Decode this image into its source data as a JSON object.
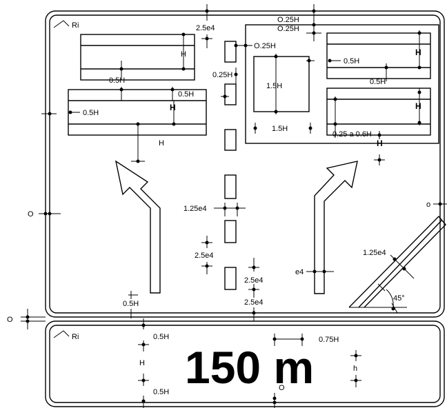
{
  "panel_top": {
    "corner_label": "Ri",
    "dim_25e4_top": "2.5e4",
    "dim_025h_a": "O.25H",
    "dim_025h_b": "O.25H",
    "dim_025h_c": "O.25H",
    "dim_025h_d": "0.25H",
    "left_box1_h": "H",
    "left_box1_05h": "0.5H",
    "left_box2_05h_top": "0.5H",
    "left_box2_05h_left": "0.5H",
    "left_box2_h_bold": "H",
    "left_box2_h_below": "H",
    "center_square_label": "1.5H",
    "center_bottom_15h": "1.5H",
    "right_box1_05h": "0.5H",
    "right_box1_h": "H",
    "right_box2_05h": "0.5H",
    "right_box2_h": "H",
    "right_025_06h": "0.25 a 0.6H",
    "right_h_below": "H",
    "dim_125e4_mid": "1.25e4",
    "dim_25e4_mid": "2.5e4",
    "dim_25e4_low1": "2.5e4",
    "dim_25e4_low2": "2.5e4",
    "dim_e4_right": "e4",
    "dim_05h_bottom_left": "0.5H",
    "left_o_marker": "O",
    "right_o_marker": "o",
    "diag_125e4": "1.25e4",
    "diag_angle": "45°"
  },
  "panel_bottom": {
    "corner_label": "Ri",
    "outer_o_marker": "O",
    "dim_05h_top": "0.5H",
    "dim_h": "H",
    "dim_05h_bottom": "0.5H",
    "sign_text": "150 m",
    "dim_075h": "0.75H",
    "dim_h_small": "h",
    "dim_o": "O"
  }
}
